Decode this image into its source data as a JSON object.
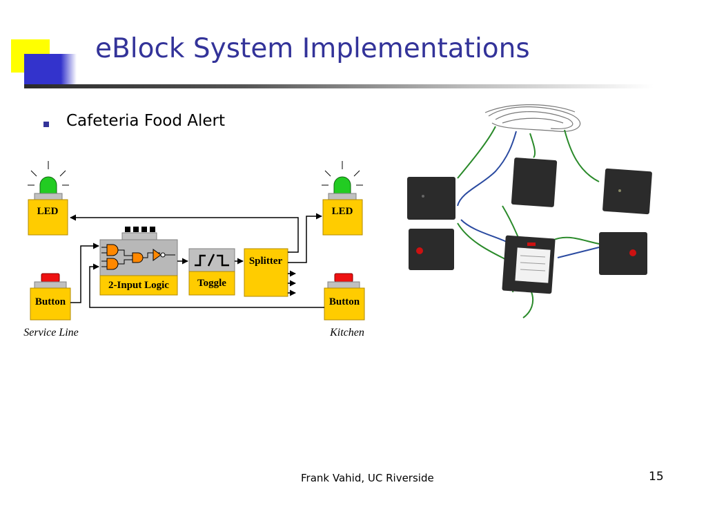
{
  "slide": {
    "title": "eBlock System Implementations",
    "bullets": [
      "Cafeteria Food Alert"
    ],
    "footer": "Frank Vahid, UC Riverside",
    "page_number": "15"
  },
  "diagram": {
    "blocks": {
      "led_left": "LED",
      "led_right": "LED",
      "button_left": "Button",
      "button_right": "Button",
      "logic": "2-Input Logic",
      "toggle": "Toggle",
      "splitter": "Splitter"
    },
    "captions": {
      "left": "Service Line",
      "right": "Kitchen"
    }
  },
  "colors": {
    "title": "#333399",
    "block_fill": "#ffcc00",
    "led_green": "#22cc22",
    "button_red": "#ee1111",
    "gate_orange": "#ff8800",
    "deco_yellow": "#ffff00",
    "deco_blue": "#3333cc"
  }
}
